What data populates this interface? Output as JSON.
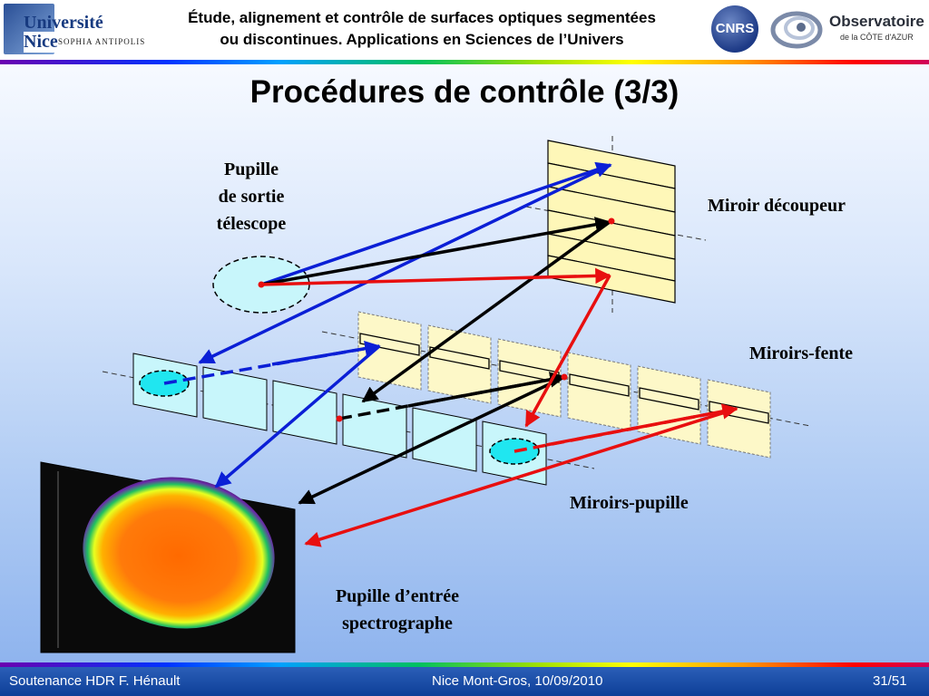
{
  "header": {
    "university_line1": "Université",
    "university_line2": "Nice",
    "university_line3": "SOPHIA ANTIPOLIS",
    "title_line1": "Étude, alignement et contrôle de surfaces optiques segmentées",
    "title_line2": "ou discontinues. Applications en Sciences de l’Univers",
    "cnrs_logo_text": "CNRS",
    "oca_line1": "Observatoire",
    "oca_line2": "de la CÔTE d'AZUR"
  },
  "slide": {
    "title": "Procédures de contrôle (3/3)"
  },
  "labels": {
    "pupille_sortie": [
      "Pupille",
      "de sortie",
      "télescope"
    ],
    "miroir_decoupeur": "Miroir découpeur",
    "miroirs_fente": "Miroirs-fente",
    "miroirs_pupille": "Miroirs-pupille",
    "pupille_entree": [
      "Pupille d’entrée",
      "spectrographe"
    ]
  },
  "colors": {
    "blue_ray": "#0b1fd6",
    "red_ray": "#e80f0f",
    "black_ray": "#000000",
    "decoupeur_fill": "#fef7b8",
    "fente_fill": "#fdf8c8",
    "pupille_fill": "#c8f6fb",
    "footer_bg": "#1a4ea6"
  },
  "footer": {
    "left": "Soutenance HDR F. Hénault",
    "center": "Nice Mont-Gros, 10/09/2010",
    "right": "31/51"
  }
}
